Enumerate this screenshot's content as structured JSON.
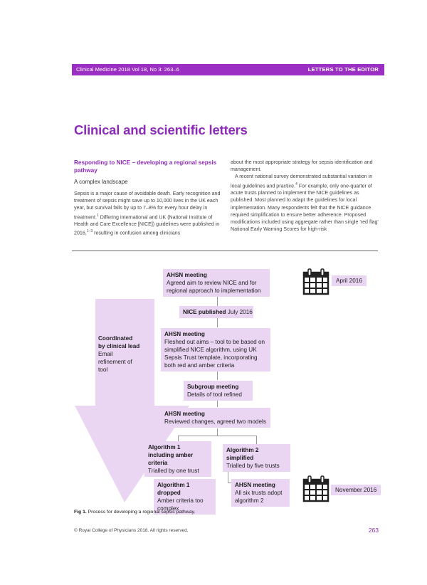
{
  "banner": {
    "journal": "Clinical Medicine 2018 Vol 18, No 3: 263–6",
    "section": "LETTERS TO THE EDITOR"
  },
  "section_title": "Clinical and scientific letters",
  "article": {
    "title": "Responding to NICE – developing a regional sepsis pathway",
    "subheading": "A complex landscape",
    "col1_text": "Sepsis is a major cause of avoidable death. Early recognition and treatment of sepsis might save up to 10,000 lives in the UK each year, but survival falls by up to 7–8% for every hour delay in treatment.",
    "col1_ref": "1",
    "col1_text2": " Differing international and UK (National Institute of Health and Care Excellence [NICE]) guidelines were published in 2016,",
    "col1_ref2": "1–3",
    "col1_text3": " resulting in confusion among clinicians",
    "col2_text": "about the most appropriate strategy for sepsis identification and management.",
    "col2_text2": "A recent national survey demonstrated substantial variation in local guidelines and practice.",
    "col2_ref": "4",
    "col2_text3": " For example, only one-quarter of acute trusts planned to implement the NICE guidelines as published. Most planned to adapt the guidelines for local implementation. Many respondents felt that the NICE guidance required simplification to ensure better adherence. Proposed modifications included using aggregate rather than single 'red flag' National Early Warning Scores for high-risk"
  },
  "flowchart": {
    "coordinated": {
      "title": "Coordinated by clinical lead",
      "text": "Email refinement of tool"
    },
    "box1": {
      "title": "AHSN meeting",
      "text": "Agreed aim to review NICE and for regional approach to implementation"
    },
    "box2": {
      "title": "NICE published",
      "text": " July 2016"
    },
    "box3": {
      "title": "AHSN meeting",
      "text": "Fleshed out aims – tool to be based on simplified NICE algorithm, using UK Sepsis Trust template, incorporating both red and amber criteria"
    },
    "box4": {
      "title": "Subgroup meeting",
      "text": "Details of tool refined"
    },
    "box5": {
      "title": "AHSN meeting",
      "text": "Reviewed changes, agreed two models"
    },
    "box6": {
      "title": "Algorithm 1 including amber criteria",
      "text": "Trialled by one trust"
    },
    "box7": {
      "title": "Algorithm 2 simplified",
      "text": "Trialled by five trusts"
    },
    "box8": {
      "title": "Algorithm 1 dropped",
      "text": "Amber criteria too complex"
    },
    "box9": {
      "title": "AHSN meeting",
      "text": "All six trusts adopt algorithm 2"
    },
    "date1": "April 2016",
    "date2": "November 2016"
  },
  "caption": {
    "label": "Fig 1.",
    "text": " Process for developing a regional sepsis pathway."
  },
  "footer": {
    "copyright": "© Royal College of Physicians 2018. All rights reserved.",
    "page": "263"
  },
  "colors": {
    "accent": "#9b2fc4",
    "box_fill": "#ead5f3"
  },
  "icons": [
    "calendar-icon",
    "down-arrow-shape"
  ]
}
